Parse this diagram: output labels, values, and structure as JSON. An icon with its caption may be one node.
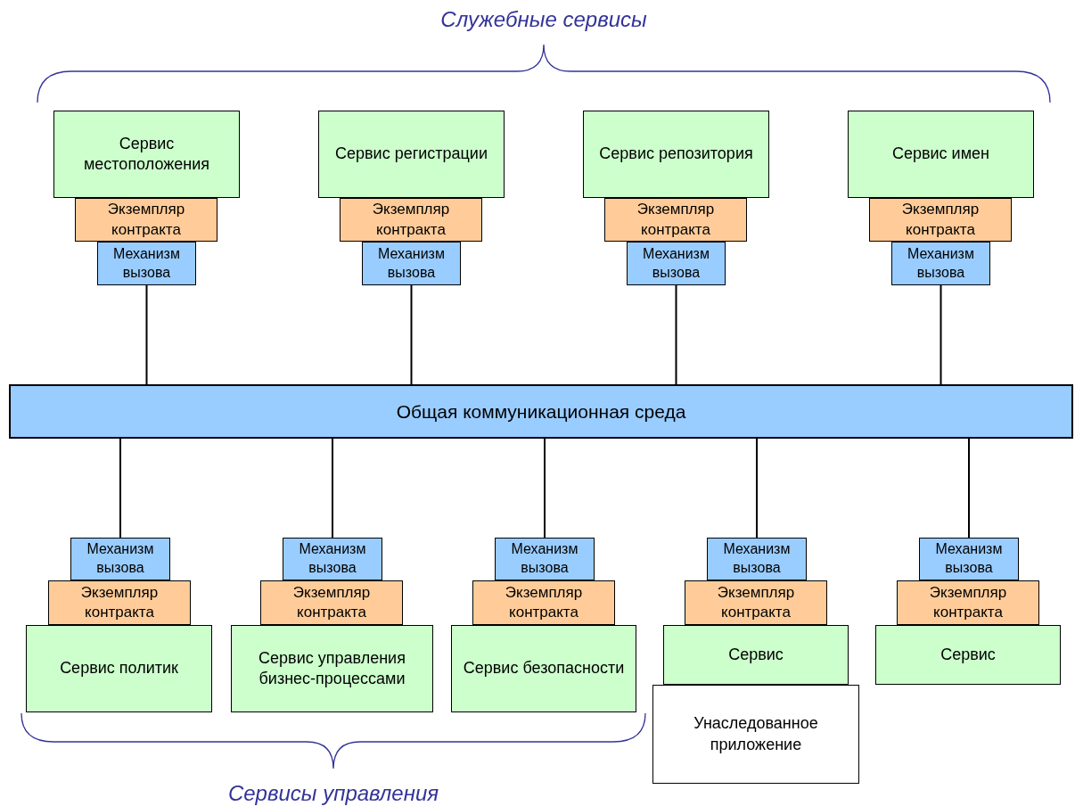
{
  "diagram": {
    "nodes": [
      {
        "text": [
          "Сервис местоположения"
        ]
      },
      {
        "text": [
          "Сервис регистрации"
        ]
      },
      {
        "text": [
          "Сервис репозитория"
        ]
      },
      {
        "text": [
          "Сервис имен"
        ]
      },
      {
        "text": [
          "Экземпляр контракта"
        ]
      },
      {
        "text": [
          "Экземпляр контракта"
        ]
      },
      {
        "text": [
          "Экземпляр контракта"
        ]
      },
      {
        "text": [
          "Экземпляр контракта"
        ]
      },
      {
        "text": [
          "Механизм вызова"
        ]
      },
      {
        "text": [
          "Механизм вызова"
        ]
      },
      {
        "text": [
          "Механизм вызова"
        ]
      },
      {
        "text": [
          "Механизм вызова"
        ]
      },
      {
        "text": [
          "Общая коммуникационная среда"
        ]
      },
      {
        "text": [
          "Механизм вызова"
        ]
      },
      {
        "text": [
          "Механизм вызова"
        ]
      },
      {
        "text": [
          "Механизм вызова"
        ]
      },
      {
        "text": [
          "Механизм вызова"
        ]
      },
      {
        "text": [
          "Механизм вызова"
        ]
      },
      {
        "text": [
          "Экземпляр контракта"
        ]
      },
      {
        "text": [
          "Экземпляр контракта"
        ]
      },
      {
        "text": [
          "Экземпляр контракта"
        ]
      },
      {
        "text": [
          "Экземпляр контракта"
        ]
      },
      {
        "text": [
          "Экземпляр контракта"
        ]
      },
      {
        "text": [
          "Сервис политик"
        ]
      },
      {
        "text": [
          "Сервис управления бизнес-процессами"
        ]
      },
      {
        "text": [
          "Сервис безопасности"
        ]
      },
      {
        "text": [
          "Сервис"
        ]
      },
      {
        "text": [
          "Сервис"
        ]
      },
      {
        "text": [
          "Унаследованное приложение"
        ]
      }
    ],
    "edges": [
      {
        "from": 8,
        "to": 12,
        "arrow": "none"
      },
      {
        "from": 9,
        "to": 12,
        "arrow": "none"
      },
      {
        "from": 10,
        "to": 12,
        "arrow": "none"
      },
      {
        "from": 11,
        "to": 12,
        "arrow": "none"
      },
      {
        "from": 13,
        "to": 12,
        "arrow": "none"
      },
      {
        "from": 14,
        "to": 12,
        "arrow": "none"
      },
      {
        "from": 15,
        "to": 12,
        "arrow": "none"
      },
      {
        "from": 16,
        "to": 12,
        "arrow": "none"
      },
      {
        "from": 17,
        "to": 12,
        "arrow": "none"
      }
    ],
    "labels": [
      "Служебные сервисы",
      "Сервисы управления"
    ]
  }
}
